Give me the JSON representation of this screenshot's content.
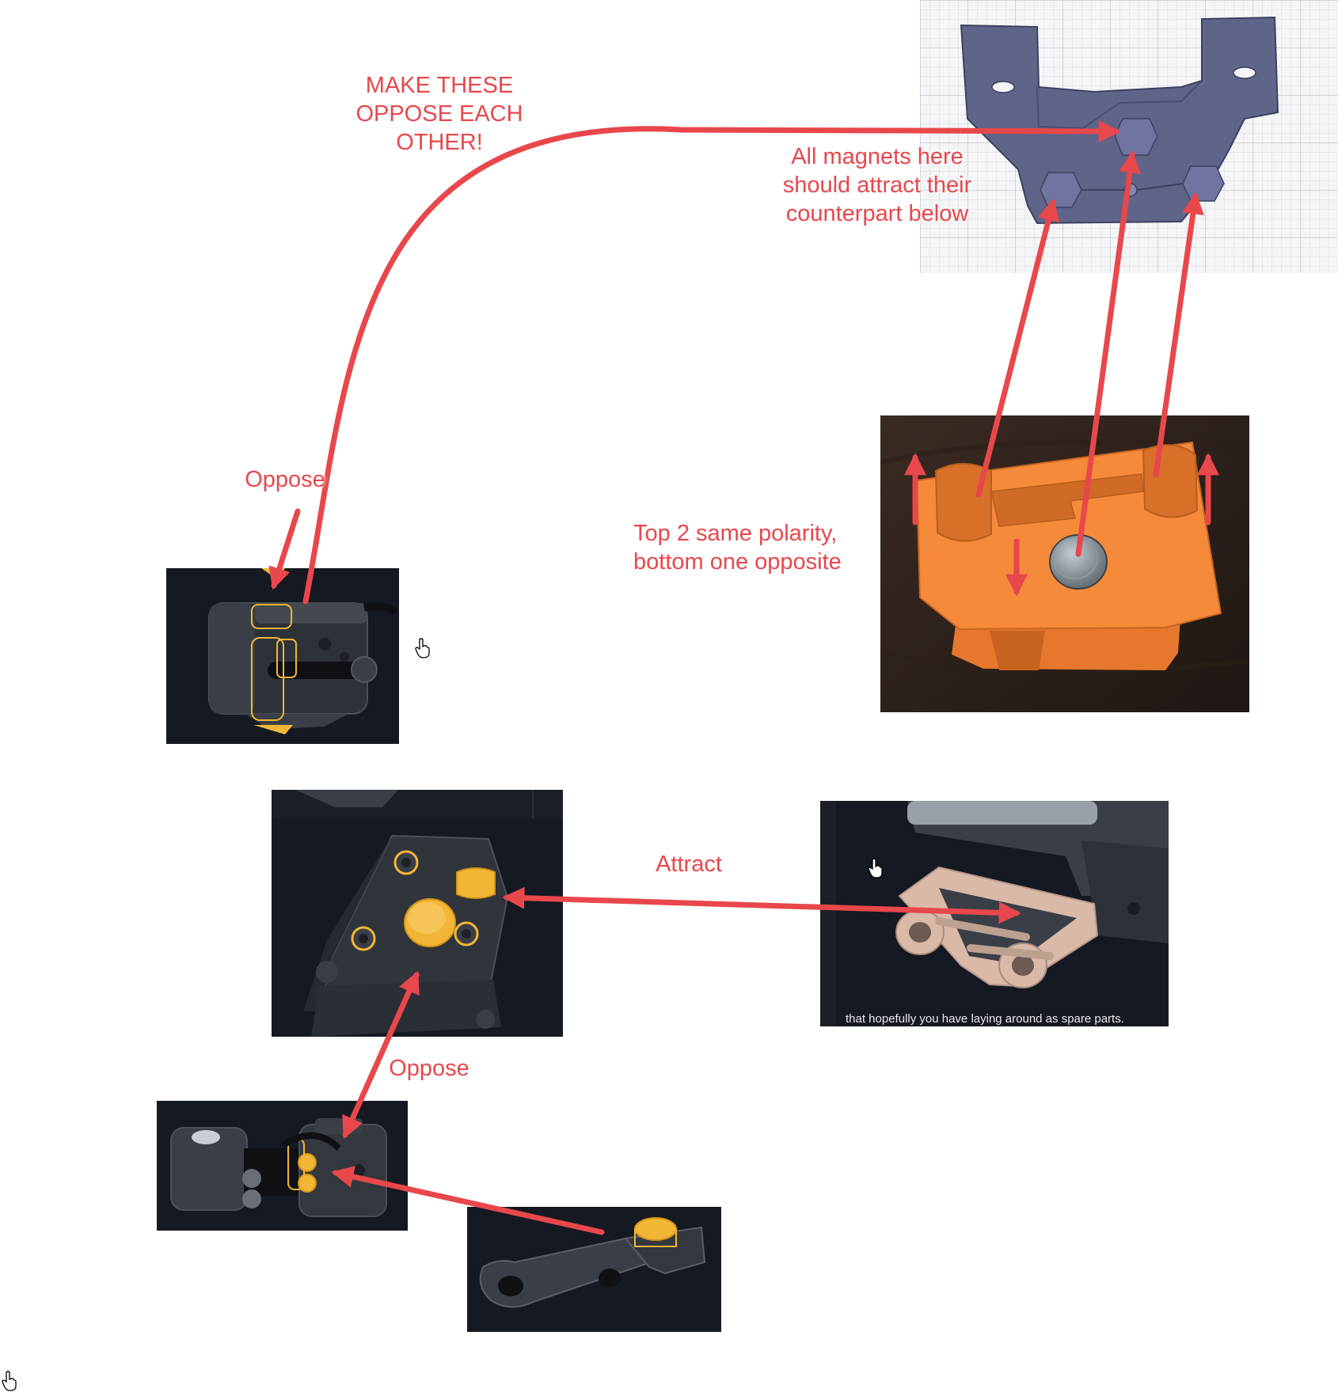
{
  "annotations": {
    "make_these_oppose": "MAKE THESE\nOPPOSE EACH\nOTHER!",
    "all_magnets_here": "All magnets here\nshould attract their\ncounterpart below",
    "oppose_top": "Oppose",
    "top_two_same_polarity": "Top 2 same polarity,\nbottom one opposite",
    "attract": "Attract",
    "oppose_bottom": "Oppose"
  },
  "video_caption": "that hopefully you have laying around as spare parts.",
  "colors": {
    "arrow": "#e8474b",
    "highlight": "#f2b637",
    "render_background": "#151922",
    "pla_orange": "#f58a3a",
    "mount_blue": "#5f6488",
    "sandstone_part": "#d9b9a8"
  },
  "icons": [
    "hand-cursor-icon"
  ]
}
